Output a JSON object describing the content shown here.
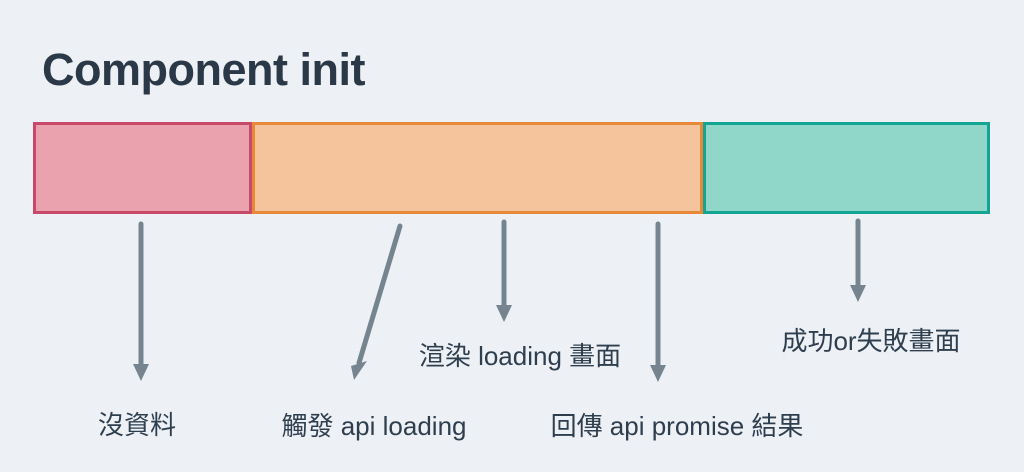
{
  "page": {
    "background": "#edf1f5"
  },
  "colors": {
    "title_text": "#2b3847",
    "label_text": "#2f3e4e",
    "arrow": "#76848f"
  },
  "title": "Component init",
  "bar": {
    "segments": [
      {
        "name": "no-data-phase",
        "fill": "#e9a2ae",
        "border": "#c9496a",
        "width_css": "219px"
      },
      {
        "name": "loading-phase",
        "fill": "#f6c49c",
        "border": "#e8883a",
        "width_css": "451px"
      },
      {
        "name": "result-phase",
        "fill": "#90d6c9",
        "border": "#14a492",
        "width_css": "287px"
      }
    ]
  },
  "annotations": [
    {
      "label": "沒資料"
    },
    {
      "label": "觸發 api  loading"
    },
    {
      "label": "渲染 loading 畫面"
    },
    {
      "label": "回傳 api promise 結果"
    },
    {
      "label": "成功or失敗畫面"
    }
  ]
}
